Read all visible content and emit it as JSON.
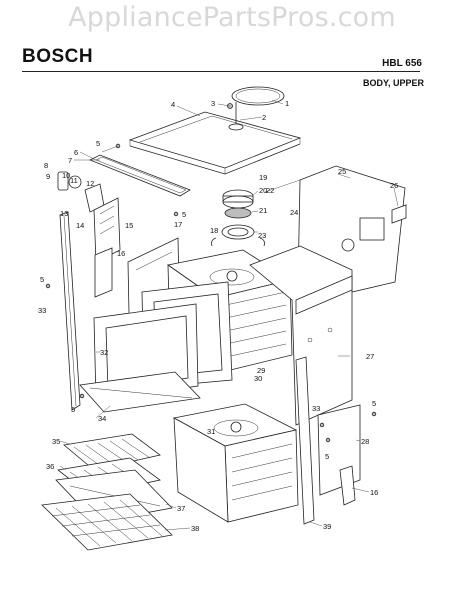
{
  "watermark": "AppliancePartsPros.com",
  "header": {
    "brand": "BOSCH",
    "model": "HBL 656",
    "section": "BODY, UPPER"
  },
  "callouts": [
    "1",
    "2",
    "3",
    "4",
    "5",
    "6",
    "7",
    "8",
    "9",
    "10",
    "11",
    "12",
    "13",
    "14",
    "15",
    "16",
    "17",
    "18",
    "19",
    "20",
    "21",
    "22",
    "23",
    "24",
    "25",
    "26",
    "27",
    "28",
    "29",
    "30",
    "31",
    "32",
    "33",
    "34",
    "35",
    "36",
    "37",
    "38",
    "39"
  ]
}
